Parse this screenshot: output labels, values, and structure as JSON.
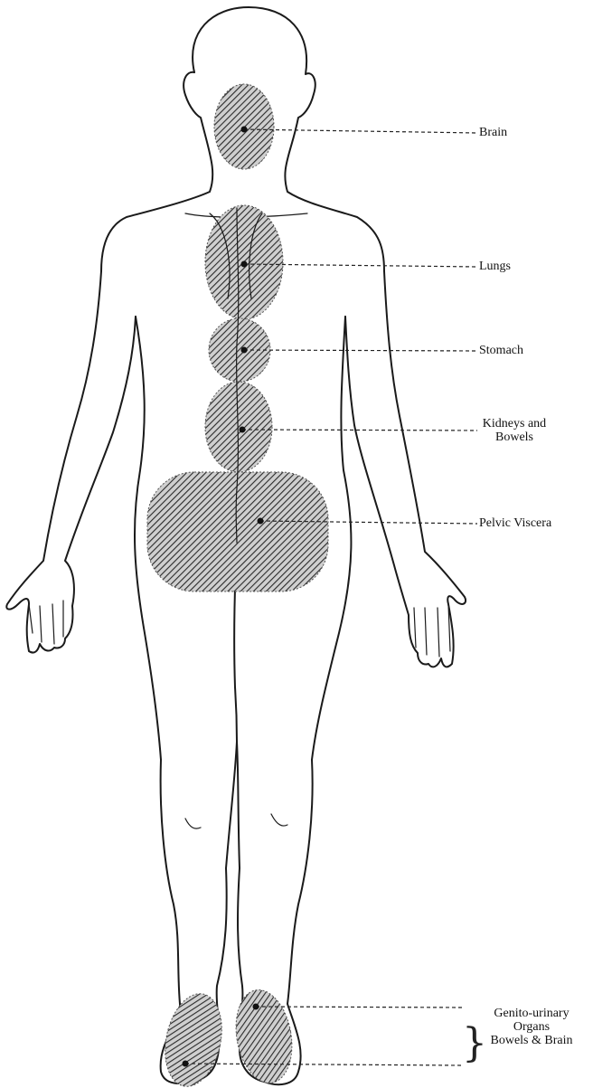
{
  "labels": {
    "brain": "Brain",
    "lungs": "Lungs",
    "stomach": "Stomach",
    "kidneys_line1": "Kidneys and",
    "kidneys_line2": "Bowels",
    "pelvic": "Pelvic Viscera",
    "genito_line1": "Genito-urinary",
    "genito_line2": "Organs",
    "genito_line3": "Bowels & Brain"
  },
  "colors": {
    "ink": "#1a1a1a",
    "hatch": "#2a2a2a",
    "paper": "#ffffff"
  }
}
